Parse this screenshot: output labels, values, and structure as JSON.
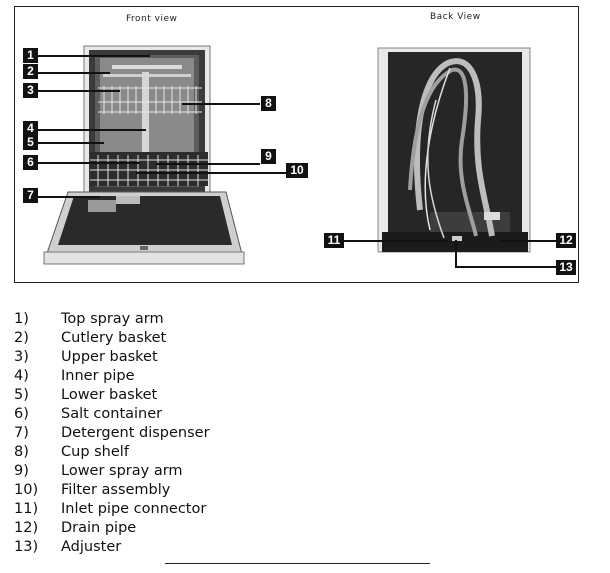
{
  "figure": {
    "front_title": "Front view",
    "back_title": "Back  View"
  },
  "callouts": {
    "c1": "1",
    "c2": "2",
    "c3": "3",
    "c4": "4",
    "c5": "5",
    "c6": "6",
    "c7": "7",
    "c8": "8",
    "c9": "9",
    "c10": "10",
    "c11": "11",
    "c12": "12",
    "c13": "13"
  },
  "legend": [
    {
      "num": "1)",
      "label": "Top spray arm"
    },
    {
      "num": "2)",
      "label": "Cutlery basket"
    },
    {
      "num": "3)",
      "label": "Upper basket"
    },
    {
      "num": "4)",
      "label": "Inner pipe"
    },
    {
      "num": "5)",
      "label": "Lower basket"
    },
    {
      "num": "6)",
      "label": "Salt container"
    },
    {
      "num": "7)",
      "label": "Detergent dispenser"
    },
    {
      "num": "8)",
      "label": "Cup shelf"
    },
    {
      "num": "9)",
      "label": "Lower spray arm"
    },
    {
      "num": "10)",
      "label": "Filter assembly"
    },
    {
      "num": "11)",
      "label": "Inlet pipe connector"
    },
    {
      "num": "12)",
      "label": "Drain pipe"
    },
    {
      "num": "13)",
      "label": "Adjuster"
    }
  ]
}
